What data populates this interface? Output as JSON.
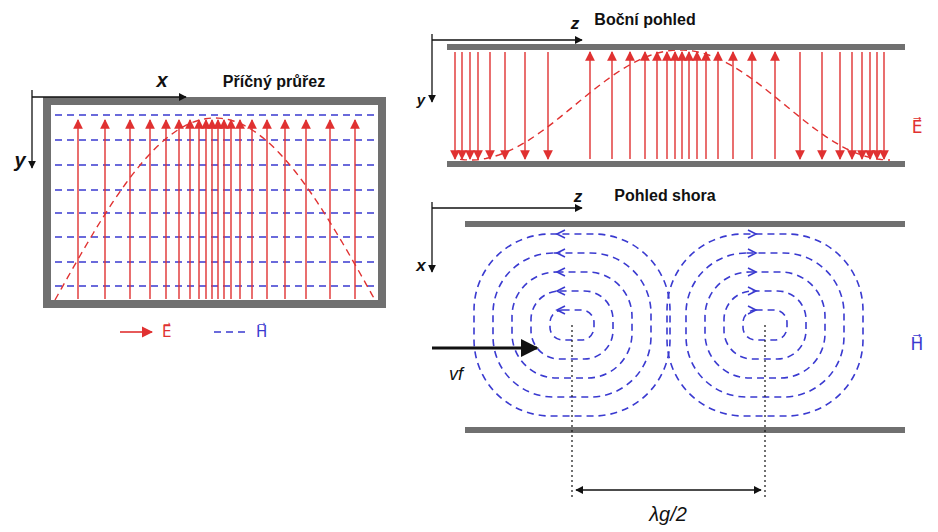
{
  "diagram": {
    "labels": [
      "x",
      "y",
      "Příčný průřez",
      "z",
      "y",
      "Boční pohled",
      "E⃗",
      "z",
      "x",
      "Pohled shora",
      "H⃗",
      "vf",
      "λg/2"
    ],
    "legend": [
      {
        "text": "E⃗"
      },
      {
        "text": "H⃗"
      }
    ]
  }
}
